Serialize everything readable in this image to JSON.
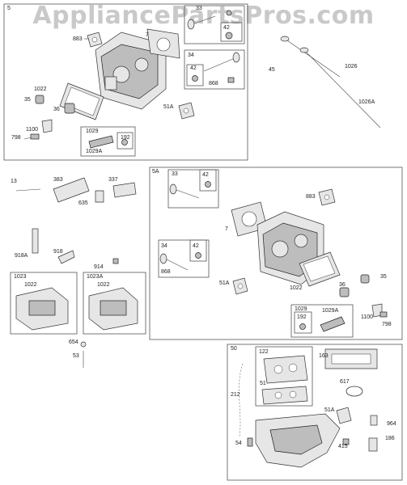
{
  "watermark": "AppliancePartsPros.com",
  "groups": {
    "g5": {
      "id": "5",
      "labels": {
        "l883": "883",
        "l7": "7",
        "l33": "33",
        "l42a": "42",
        "l34": "34",
        "l42b": "42",
        "l868": "868",
        "l1022": "1022",
        "l35": "35",
        "l36": "36",
        "l51a": "51A",
        "l1100": "1100",
        "l798": "798",
        "l1029": "1029",
        "l192": "192",
        "l1029a": "1029A"
      }
    },
    "pushrods": {
      "l45": "45",
      "l1026": "1026",
      "l1026a": "1026A"
    },
    "misc": {
      "l13": "13",
      "l383": "383",
      "l337": "337",
      "l635": "635",
      "l918a": "918A",
      "l918": "918",
      "l914": "914",
      "l1023": "1023",
      "l1022a": "1022",
      "l1023a": "1023A",
      "l1022b": "1022",
      "l654": "654",
      "l53": "53"
    },
    "g5a": {
      "id": "5A",
      "labels": {
        "l33": "33",
        "l42a": "42",
        "l883": "883",
        "l7": "7",
        "l34": "34",
        "l42b": "42",
        "l868": "868",
        "l51a": "51A",
        "l1022": "1022",
        "l35": "35",
        "l36": "36",
        "l1029": "1029",
        "l1029a": "1029A",
        "l192": "192",
        "l1100": "1100",
        "l798": "798"
      }
    },
    "g50": {
      "id": "50",
      "labels": {
        "l122": "122",
        "l163": "163",
        "l51": "51",
        "l617": "617",
        "l212": "212",
        "l51a": "51A",
        "l964": "964",
        "l186": "186",
        "l54": "54",
        "l415": "415"
      }
    }
  }
}
